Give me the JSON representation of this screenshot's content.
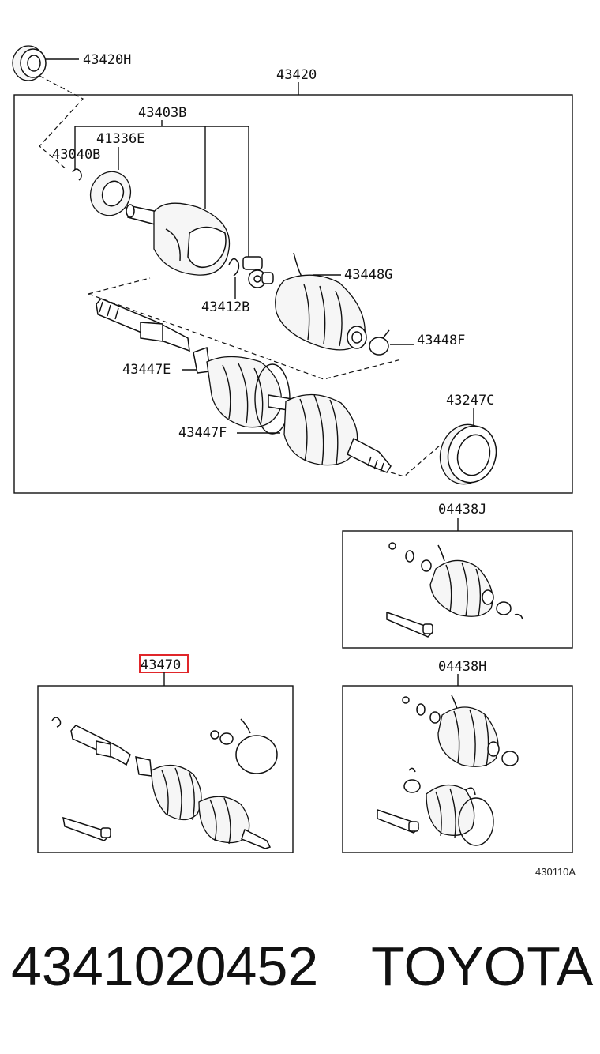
{
  "labels": {
    "l43420H": "43420H",
    "l43420": "43420",
    "l43403B": "43403B",
    "l41336E": "41336E",
    "l43040B": "43040B",
    "l43448G": "43448G",
    "l43412B": "43412B",
    "l43448F": "43448F",
    "l43447E": "43447E",
    "l43247C": "43247C",
    "l43447F": "43447F",
    "l04438J": "04438J",
    "l43470": "43470",
    "l04438H": "04438H",
    "code": "430110A"
  },
  "footer": {
    "part_number": "4341020452",
    "brand": "TOYOTA"
  },
  "colors": {
    "highlight": "#e0262a",
    "ink": "#111111"
  }
}
